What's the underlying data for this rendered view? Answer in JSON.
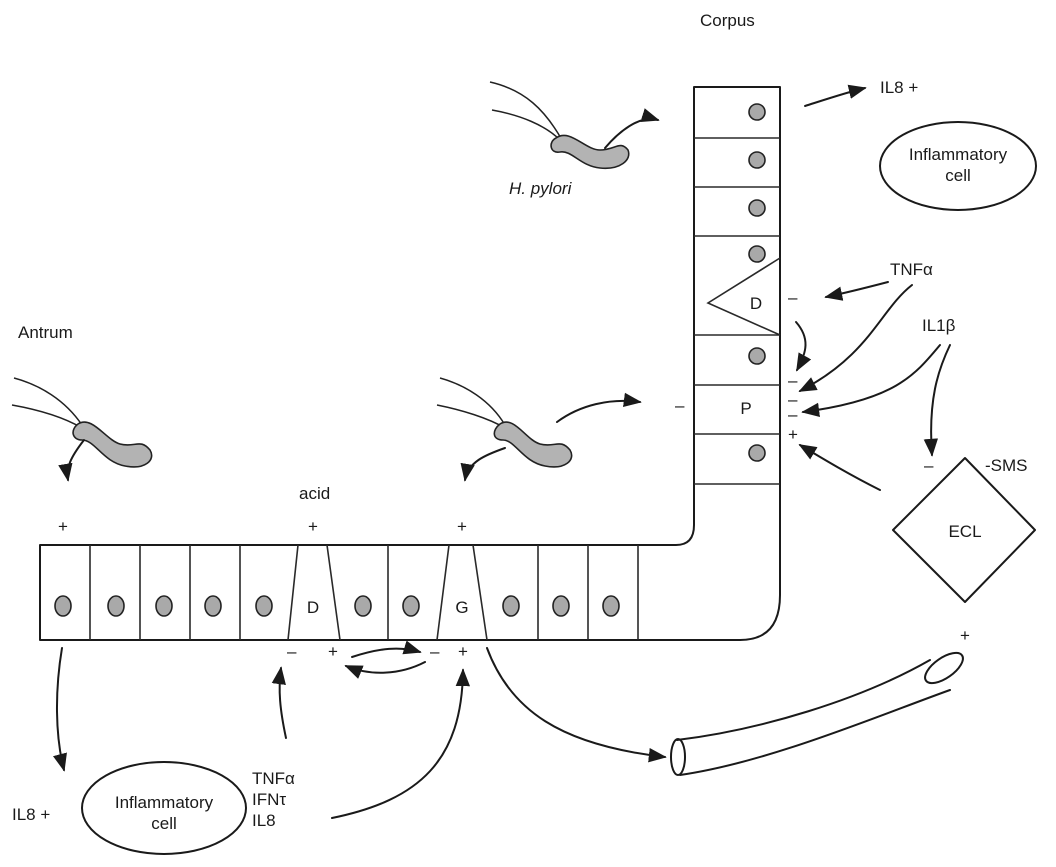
{
  "labels": {
    "corpus": "Corpus",
    "antrum": "Antrum",
    "h_pylori": "H. pylori",
    "acid": "acid",
    "il8_top": "IL8 +",
    "il8_bottom": "IL8 +",
    "inflammatory_top_line1": "Inflammatory",
    "inflammatory_top_line2": "cell",
    "inflammatory_bottom_line1": "Inflammatory",
    "inflammatory_bottom_line2": "cell",
    "tnf_top": "TNFα",
    "il1b": "IL1β",
    "sms": "-SMS",
    "ecl": "ECL",
    "tnf_bottom": "TNFα",
    "ifn_bottom": "IFNτ",
    "il8_list": "IL8",
    "cell_d_corpus": "D",
    "cell_p": "P",
    "cell_d_antrum": "D",
    "cell_g": "G"
  },
  "signs": {
    "antrum_bug_plus": "+",
    "acid_plus": "+",
    "g_top_plus": "+",
    "corpus_d_minus": "–",
    "p_left_minus": "–",
    "p_right_minus_1": "–",
    "p_right_minus_2": "–",
    "p_right_minus_3": "–",
    "p_right_plus": "+",
    "ecl_minus": "–",
    "vessel_plus": "+",
    "d_bottom_minus": "–",
    "d_bottom_plus": "+",
    "g_bottom_minus": "–",
    "g_bottom_plus": "+"
  }
}
